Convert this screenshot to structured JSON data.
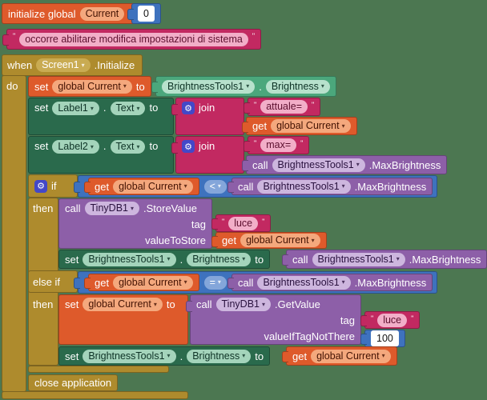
{
  "icons": {
    "gear": "⚙",
    "dropdown_arrow": "▾"
  },
  "labels": {
    "initialize_global": "initialize global",
    "to": "to",
    "when": "when",
    "do": "do",
    "set": "set",
    "get": "get",
    "call": "call",
    "join": "join",
    "if": "if",
    "then": "then",
    "else_if": "else if",
    "tag": "tag",
    "value_to_store": "valueToStore",
    "value_if_tag_not_there": "valueIfTagNotThere",
    "close_application": "close application",
    "dot": ".",
    "quote": "\""
  },
  "identifiers": {
    "current_var": "Current",
    "global_current": "global Current",
    "screen1": "Screen1",
    "initialize_event": ".Initialize",
    "brightness_tools1": "BrightnessTools1",
    "brightness": "Brightness",
    "max_brightness": ".MaxBrightness",
    "label1": "Label1",
    "label2": "Label2",
    "text_prop": "Text",
    "tinydb1": "TinyDB1",
    "store_value": ".StoreValue",
    "get_value": ".GetValue"
  },
  "strings": {
    "warning": "occorre abilitare modifica impostazioni di sistema",
    "attuale": "attuale=",
    "max": "max=",
    "luce": "luce"
  },
  "numbers": {
    "init_value": "0",
    "default_brightness": "100"
  },
  "operators": {
    "less_than": "<",
    "equals": "="
  },
  "colors": {
    "workspace_background": "#4C7751",
    "control_gold": "#AE8B2D",
    "variables_orange": "#DE5A2B",
    "component_set_green": "#2A6A4C",
    "component_get_green": "#4BA77C",
    "method_call_purple": "#8D5FA8",
    "text_magenta": "#C22961",
    "math_logic_blue": "#3E72BE",
    "mutator_icon_blue": "#4348C8"
  }
}
